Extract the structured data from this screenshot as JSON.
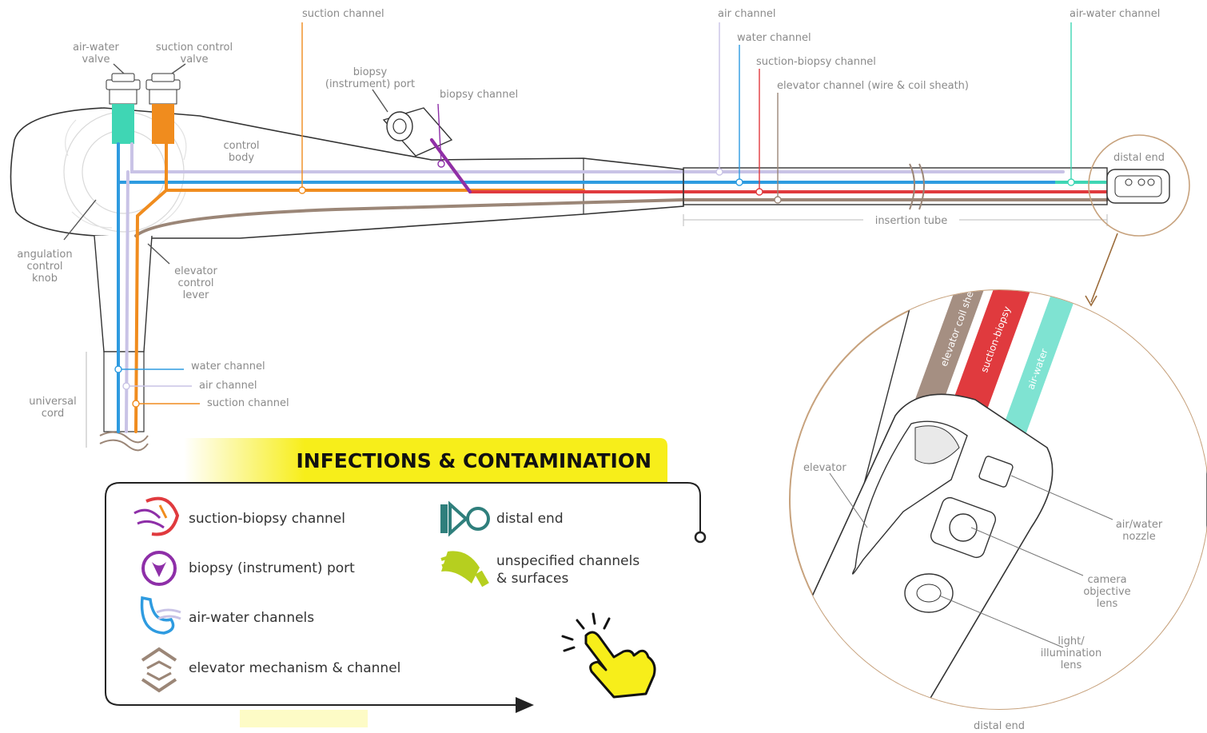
{
  "labels": {
    "air_water_valve": [
      "air-water",
      "valve"
    ],
    "suction_control_valve": [
      "suction control",
      "valve"
    ],
    "suction_channel_top": "suction channel",
    "biopsy_port": [
      "biopsy",
      "(instrument) port"
    ],
    "biopsy_channel": "biopsy channel",
    "control_body": [
      "control",
      "body"
    ],
    "air_channel_top": "air channel",
    "water_channel_top": "water channel",
    "suction_biopsy_channel_top": "suction-biopsy channel",
    "elevator_channel_top": "elevator channel (wire & coil sheath)",
    "air_water_channel_top": "air-water channel",
    "distal_end_top": "distal end",
    "insertion_tube": "insertion tube",
    "angulation_knob": [
      "angulation",
      "control",
      "knob"
    ],
    "elevator_lever": [
      "elevator",
      "control",
      "lever"
    ],
    "water_channel_cord": "water channel",
    "air_channel_cord": "air channel",
    "suction_channel_cord": "suction channel",
    "universal_cord": [
      "universal",
      "cord"
    ]
  },
  "detail": {
    "tube_elevator": "elevator coil sheath",
    "tube_suction": "suction-biopsy",
    "tube_airwater": "air-water",
    "elevator": "elevator",
    "air_water_nozzle": [
      "air/water",
      "nozzle"
    ],
    "camera_lens": [
      "camera",
      "objective",
      "lens"
    ],
    "light_lens": [
      "light/",
      "illumination",
      "lens"
    ],
    "distal_end_bottom": "distal end"
  },
  "banner": {
    "title": "INFECTIONS & CONTAMINATION"
  },
  "legend": {
    "items": [
      {
        "label": "suction-biopsy channel",
        "icon": "suction-biopsy-icon"
      },
      {
        "label": "biopsy (instrument) port",
        "icon": "biopsy-port-icon"
      },
      {
        "label": "air-water channels",
        "icon": "air-water-icon"
      },
      {
        "label": "elevator mechanism & channel",
        "icon": "elevator-icon"
      },
      {
        "label": "distal end",
        "icon": "distal-end-icon"
      },
      {
        "label": [
          "unspecified channels",
          "& surfaces"
        ],
        "icon": "unspecified-icon"
      }
    ]
  },
  "colors": {
    "air": "#c9c3e6",
    "water": "#2e9be0",
    "suction": "#f08c1e",
    "suction_biopsy": "#e03a3e",
    "elevator": "#9b8677",
    "air_water": "#3fd6b4",
    "biopsy": "#8e2fa8",
    "banner": "#f7ee1a",
    "distal_teal": "#2f7f7c",
    "unspecified": "#b6cf1f"
  }
}
